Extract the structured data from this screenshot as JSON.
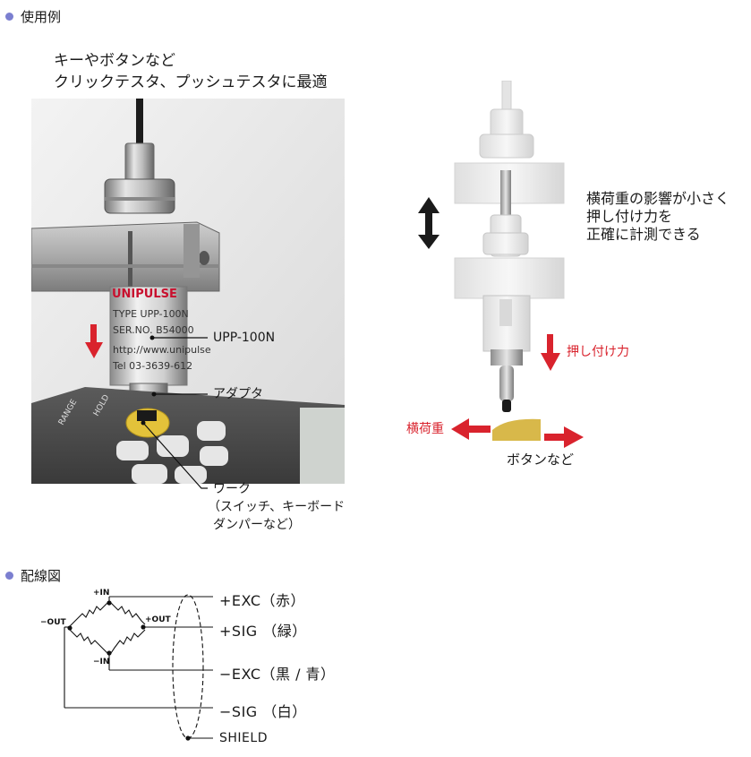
{
  "usage": {
    "section_title": "使用例",
    "caption_line1": "キーやボタンなど",
    "caption_line2": "クリックテスタ、プッシュテスタに最適",
    "labels": {
      "model": "UPP-100N",
      "adapter": "アダプタ",
      "work_line1": "ワーク",
      "work_line2": "（スイッチ、キーボード",
      "work_line3": "ダンパーなど）"
    },
    "device_text": {
      "brand": "UNIPULSE",
      "type": "TYPE UPP-100N",
      "serial": "SER.NO. B54000",
      "url": "http://www.unipulse",
      "tel": "Tel 03-3639-612",
      "range": "RANGE",
      "hold": "HOLD"
    },
    "right_diagram": {
      "note_line1": "横荷重の影響が小さく",
      "note_line2": "押し付け力を",
      "note_line3": "正確に計測できる",
      "push_force": "押し付け力",
      "lateral_load": "横荷重",
      "button": "ボタンなど"
    }
  },
  "wiring": {
    "section_title": "配線図",
    "bridge_labels": {
      "top": "+IN",
      "bottom": "−IN",
      "left": "−OUT",
      "right": "+OUT"
    },
    "wires": [
      {
        "label": "+EXC（赤）"
      },
      {
        "label": "+SIG （緑）"
      },
      {
        "label": "−EXC（黒 / 青）"
      },
      {
        "label": "−SIG （白）"
      },
      {
        "label": "SHIELD"
      }
    ]
  },
  "colors": {
    "accent_red": "#d9232d",
    "bullet": "#7b7fd0",
    "button_yellow": "#d8b84a"
  }
}
